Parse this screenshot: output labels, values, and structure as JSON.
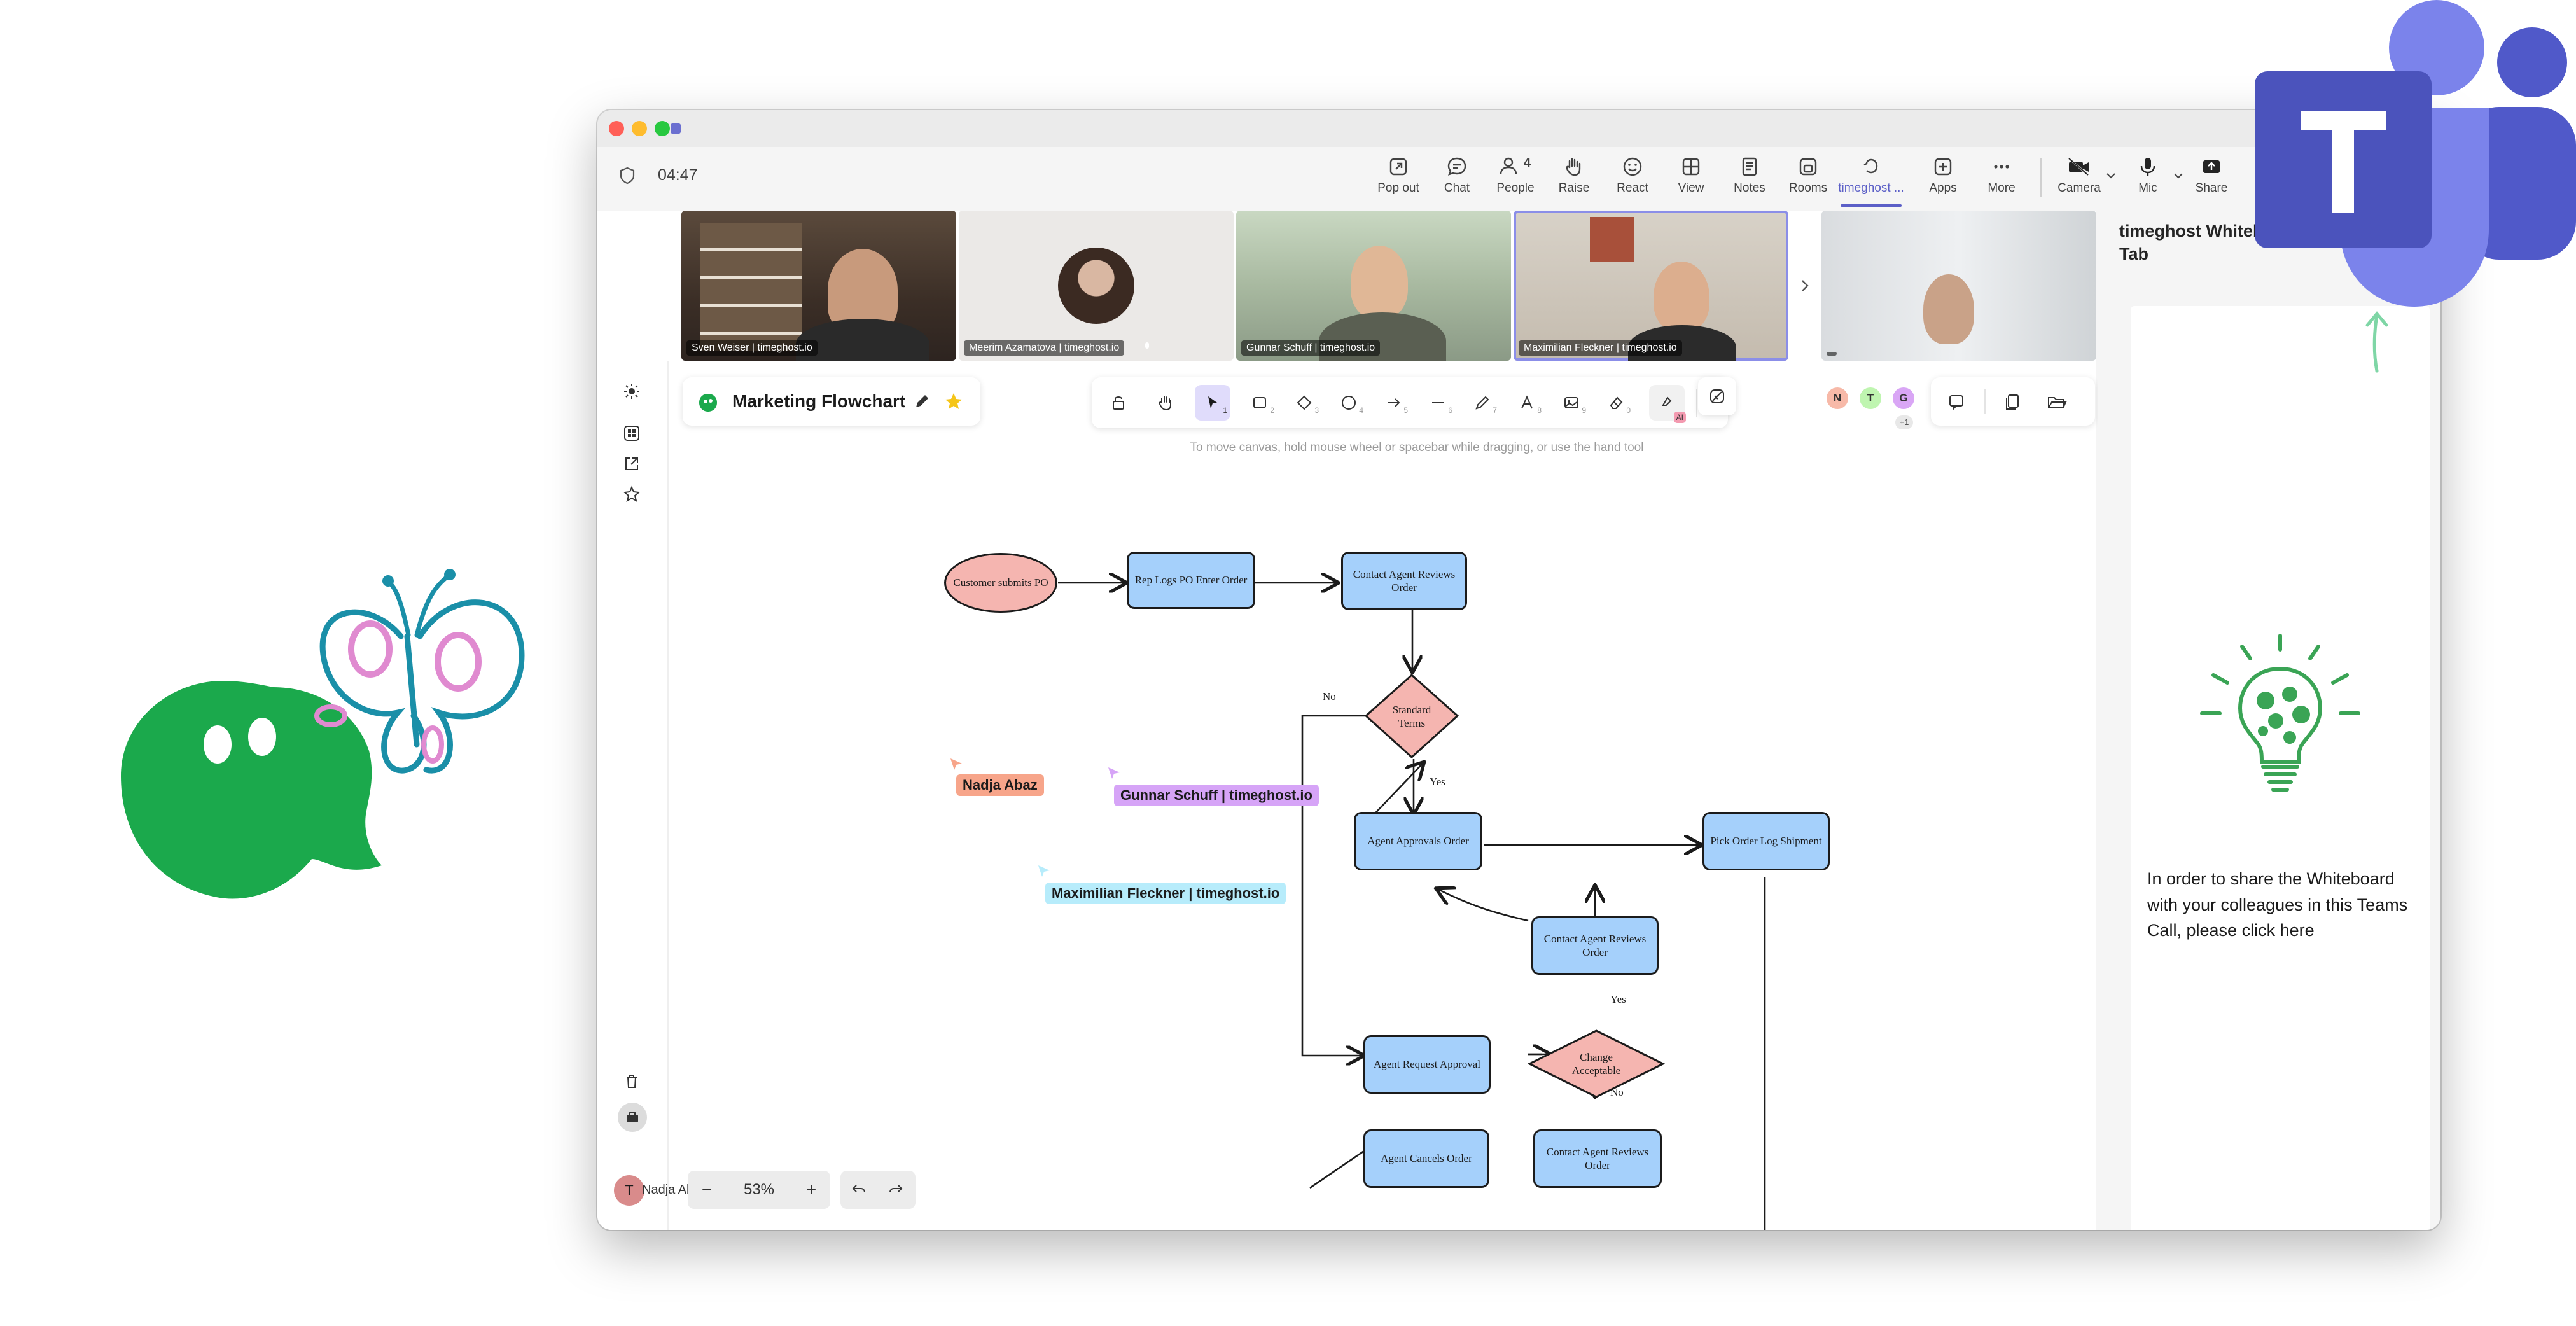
{
  "window": {
    "timer": "04:47",
    "toolbar": [
      {
        "icon": "pop-out-icon",
        "label": "Pop out"
      },
      {
        "icon": "chat-icon",
        "label": "Chat"
      },
      {
        "icon": "people-icon",
        "label": "People",
        "count": "4"
      },
      {
        "icon": "raise-hand-icon",
        "label": "Raise"
      },
      {
        "icon": "react-icon",
        "label": "React"
      },
      {
        "icon": "view-icon",
        "label": "View"
      },
      {
        "icon": "notes-icon",
        "label": "Notes"
      },
      {
        "icon": "rooms-icon",
        "label": "Rooms"
      },
      {
        "icon": "timeghost-icon",
        "label": "timeghost ..."
      },
      {
        "icon": "apps-icon",
        "label": "Apps"
      },
      {
        "icon": "more-icon",
        "label": "More"
      },
      {
        "icon": "camera-off-icon",
        "label": "Camera"
      },
      {
        "icon": "mic-icon",
        "label": "Mic"
      },
      {
        "icon": "share-icon",
        "label": "Share"
      }
    ]
  },
  "participants": [
    {
      "name": "Sven Weiser | timeghost.io"
    },
    {
      "name": "Meerim Azamatova | timeghost.io"
    },
    {
      "name": "Gunnar Schuff | timeghost.io"
    },
    {
      "name": "Maximilian Fleckner | timeghost.io"
    },
    {
      "name": ""
    }
  ],
  "whiteboard": {
    "title": "Marketing Flowchart",
    "hint": "To move canvas, hold mouse wheel or spacebar while dragging, or use the hand tool",
    "tools": [
      {
        "icon": "lock-icon",
        "shortcut": ""
      },
      {
        "icon": "hand-icon",
        "shortcut": ""
      },
      {
        "icon": "pointer-icon",
        "shortcut": "1"
      },
      {
        "icon": "rectangle-icon",
        "shortcut": "2"
      },
      {
        "icon": "diamond-icon",
        "shortcut": "3"
      },
      {
        "icon": "ellipse-icon",
        "shortcut": "4"
      },
      {
        "icon": "arrow-icon",
        "shortcut": "5"
      },
      {
        "icon": "line-icon",
        "shortcut": "6"
      },
      {
        "icon": "pencil-icon",
        "shortcut": "7"
      },
      {
        "icon": "text-icon",
        "shortcut": "8"
      },
      {
        "icon": "image-icon",
        "shortcut": "9"
      },
      {
        "icon": "eraser-icon",
        "shortcut": "0"
      },
      {
        "icon": "ai-icon",
        "shortcut": "AI"
      }
    ],
    "collaborators": [
      {
        "initial": "N",
        "color": "#f7b9a8"
      },
      {
        "initial": "T",
        "color": "#bff5b0"
      },
      {
        "initial": "G",
        "color": "#d9a6f5"
      }
    ],
    "more_collaborators": "+1",
    "zoom": "53%",
    "user_avatar": "T",
    "user_name": "Nadja Abaz",
    "cursors": [
      {
        "name": "Nadja Abaz",
        "color": "#f7a58a"
      },
      {
        "name": "Gunnar Schuff | timeghost.io",
        "color": "#d6a4f7"
      },
      {
        "name": "Maximilian Fleckner | timeghost.io",
        "color": "#b7ecfb"
      }
    ],
    "flowchart": {
      "n1": "Customer submits PO",
      "n2": "Rep Logs PO Enter Order",
      "n3": "Contact Agent Reviews Order",
      "n4": "Standard Terms",
      "n5": "Agent Approvals Order",
      "n6": "Pick Order Log Shipment",
      "n7": "Contact Agent Reviews Order",
      "n8": "Change Acceptable",
      "n9": "Agent Request Approval",
      "n10": "Agent Cancels Order",
      "n11": "Contact Agent Reviews Order",
      "no1": "No",
      "yes1": "Yes",
      "yes2": "Yes",
      "no2": "No"
    }
  },
  "side_panel": {
    "title": "timeghost Whiteboard Tab",
    "message": "In order to share the Whiteboard with your colleagues in this Teams Call, please click here"
  },
  "colors": {
    "accent": "#5b5fc7",
    "teams_purple": "#5059c9",
    "brand_green": "#1ba94c",
    "node_blue": "#a5d0fb",
    "node_pink": "#f5b5b0"
  }
}
